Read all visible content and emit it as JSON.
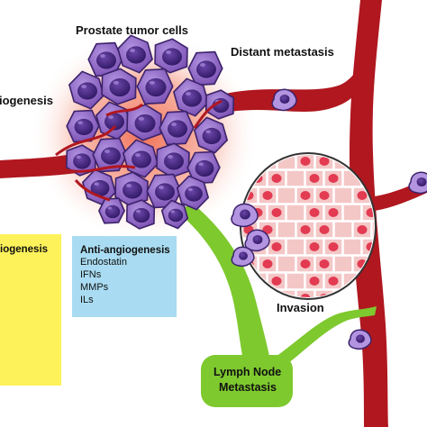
{
  "labels": {
    "prostate_tumor_cells": "Prostate tumor cells",
    "distant_metastasis": "Distant metastasis",
    "angiogenesis_partial": "iogenesis",
    "invasion": "Invasion",
    "lymph_node_line1": "Lymph Node",
    "lymph_node_line2": "Metastasis"
  },
  "pro_box": {
    "title_partial": "iogenesis"
  },
  "anti_box": {
    "title": "Anti-angiogenesis",
    "items": [
      "Endostatin",
      "IFNs",
      "MMPs",
      "ILs"
    ]
  },
  "colors": {
    "vessel": "#b0171f",
    "tumor_cell": "#8a5fc0",
    "tumor_nucleus": "#3d2377",
    "glow": "#f3a090",
    "tissue_cell": "#f4c7c7",
    "tissue_nucleus": "#e23b52",
    "lymph": "#7ec92e",
    "pro_box": "#fdf25a",
    "anti_box": "#a9dcf2"
  }
}
